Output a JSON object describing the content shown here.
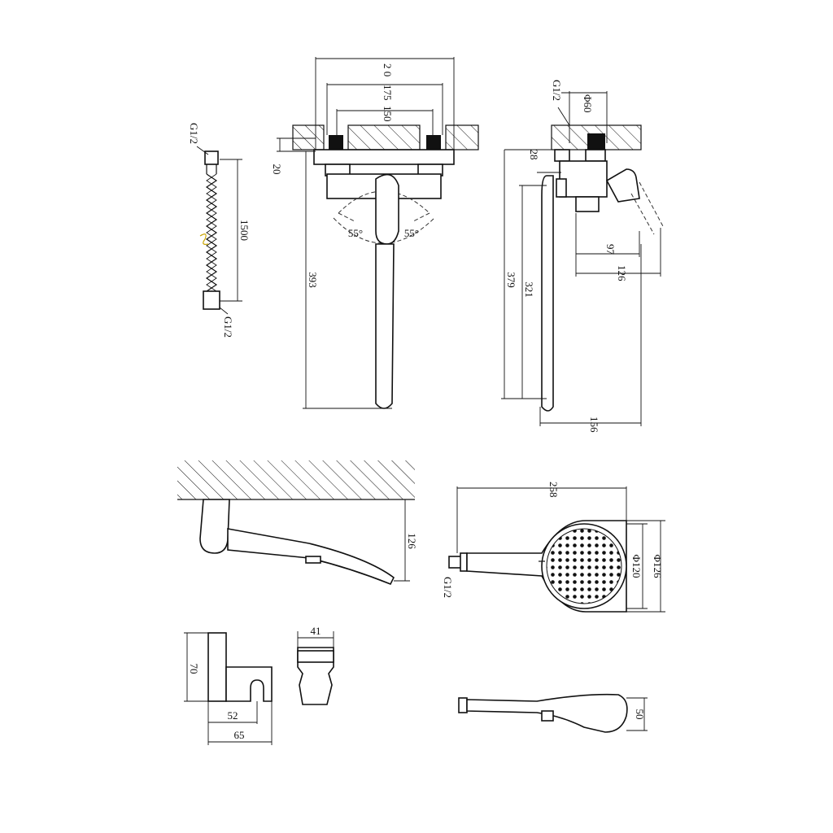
{
  "views": {
    "hose": {
      "top_thread": "G1/2",
      "bottom_thread": "G1/2",
      "length": "1500"
    },
    "front": {
      "w_outer": "2 0",
      "w_mid": "175",
      "w_inner": "150",
      "depth": "20",
      "angle_left": "55°",
      "angle_right": "55°",
      "height": "393"
    },
    "side": {
      "thread": "G1/2",
      "diameter": "Φ60",
      "offset": "28",
      "h_total": "379",
      "h_lower": "321",
      "spout": "156",
      "lever_a": "97",
      "lever_b": "126"
    },
    "spout_view": {
      "height": "126"
    },
    "handshower": {
      "length": "258",
      "d_face": "Φ120",
      "d_outer": "Φ126",
      "thread": "G1/2"
    },
    "holder": {
      "height": "70",
      "depth_a": "52",
      "depth_b": "65",
      "width": "41"
    },
    "handshower_side": {
      "thickness": "50"
    }
  }
}
